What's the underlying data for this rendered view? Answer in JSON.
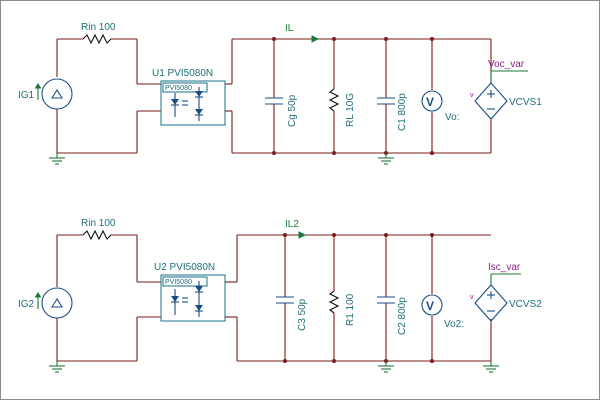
{
  "circuit_top": {
    "source": "IG1",
    "input_resistor": "Rin 100",
    "optocoupler": "U1 PVI5080N",
    "optocoupler_pkg": "PVI5080",
    "current_label": "IL",
    "cap_load": "Cg 50p",
    "res_load": "RL 10G",
    "cap_out": "C1 800p",
    "voltmeter_glyph": "V",
    "voltmeter_label": "Vo:",
    "vcvs_node_label": "Voc_var",
    "vcvs_name": "VCVS1",
    "vcvs_in": "v"
  },
  "circuit_bottom": {
    "source": "IG2",
    "input_resistor": "Rin 100",
    "optocoupler": "U2 PVI5080N",
    "optocoupler_pkg": "PVI5080",
    "current_label": "IL2",
    "cap_load": "C3 50p",
    "res_load": "R1 100",
    "cap_out": "C2 800p",
    "voltmeter_glyph": "V",
    "voltmeter_label": "Vo2:",
    "vcvs_node_label": "Isc_var",
    "vcvs_name": "VCVS2",
    "vcvs_in": "v"
  },
  "colors": {
    "wire": "#7a1b1b",
    "component": "#1a4d86",
    "label": "#1f6f7a",
    "ground": "#1b7a3a",
    "node_label": "#8a1f8a"
  }
}
